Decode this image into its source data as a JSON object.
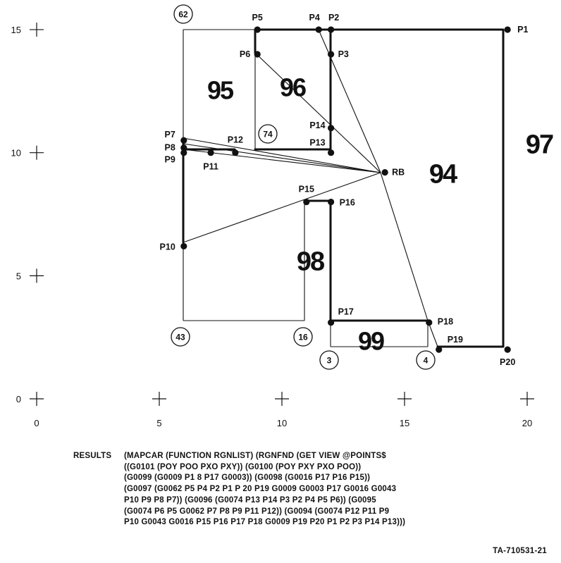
{
  "axes": {
    "y_ticks": [
      "15",
      "10",
      "5",
      "0"
    ],
    "x_ticks": [
      "0",
      "5",
      "10",
      "15",
      "20"
    ]
  },
  "points": [
    {
      "label": "P1",
      "x": 19.2,
      "y": 15
    },
    {
      "label": "P2",
      "x": 12,
      "y": 15
    },
    {
      "label": "P3",
      "x": 12,
      "y": 14
    },
    {
      "label": "P4",
      "x": 11.5,
      "y": 15
    },
    {
      "label": "P5",
      "x": 9,
      "y": 15
    },
    {
      "label": "P6",
      "x": 9,
      "y": 14
    },
    {
      "label": "P7",
      "x": 6,
      "y": 10.5
    },
    {
      "label": "P8",
      "x": 6,
      "y": 10.2
    },
    {
      "label": "P9",
      "x": 6,
      "y": 10
    },
    {
      "label": "P10",
      "x": 6,
      "y": 6.2
    },
    {
      "label": "P11",
      "x": 7.1,
      "y": 10
    },
    {
      "label": "P12",
      "x": 8.1,
      "y": 10
    },
    {
      "label": "P13",
      "x": 12,
      "y": 10
    },
    {
      "label": "P14",
      "x": 12,
      "y": 11
    },
    {
      "label": "P15",
      "x": 11,
      "y": 8
    },
    {
      "label": "P16",
      "x": 12,
      "y": 8
    },
    {
      "label": "P17",
      "x": 12,
      "y": 3.1
    },
    {
      "label": "P18",
      "x": 16,
      "y": 3.1
    },
    {
      "label": "P19",
      "x": 16.4,
      "y": 2
    },
    {
      "label": "P20",
      "x": 19.2,
      "y": 2
    },
    {
      "label": "RB",
      "x": 14.2,
      "y": 9.2
    }
  ],
  "region_labels": [
    "95",
    "96",
    "97",
    "94",
    "98",
    "99"
  ],
  "circled_labels": [
    "62",
    "74",
    "43",
    "16",
    "3",
    "4"
  ],
  "results": {
    "label": "RESULTS",
    "lines": [
      "(MAPCAR (FUNCTION RGNLIST) (RGNFND (GET VIEW @POINTS$",
      "((G0101 (POY POO PXO PXY)) (G0100 (POY PXY PXO POO))",
      "(G0099 (G0009 P1 8 P17 G0003)) (G0098 (G0016 P17 P16 P15))",
      "(G0097 (G0062 P5 P4 P2 P1 P 20 P19 G0009 G0003 P17 G0016 G0043",
      "P10 P9 P8 P7)) (G0096 (G0074 P13 P14 P3 P2 P4 P5 P6)) (G0095",
      "(G0074 P6 P5 G0062 P7 P8 P9 P11 P12)) (G0094 (G0074 P12 P11 P9",
      "P10 G0043 G0016 P15 P16 P17 P18 G0009 P19 P20 P1 P2 P3 P14 P13)))"
    ]
  },
  "figure_id": "TA-710531-21"
}
